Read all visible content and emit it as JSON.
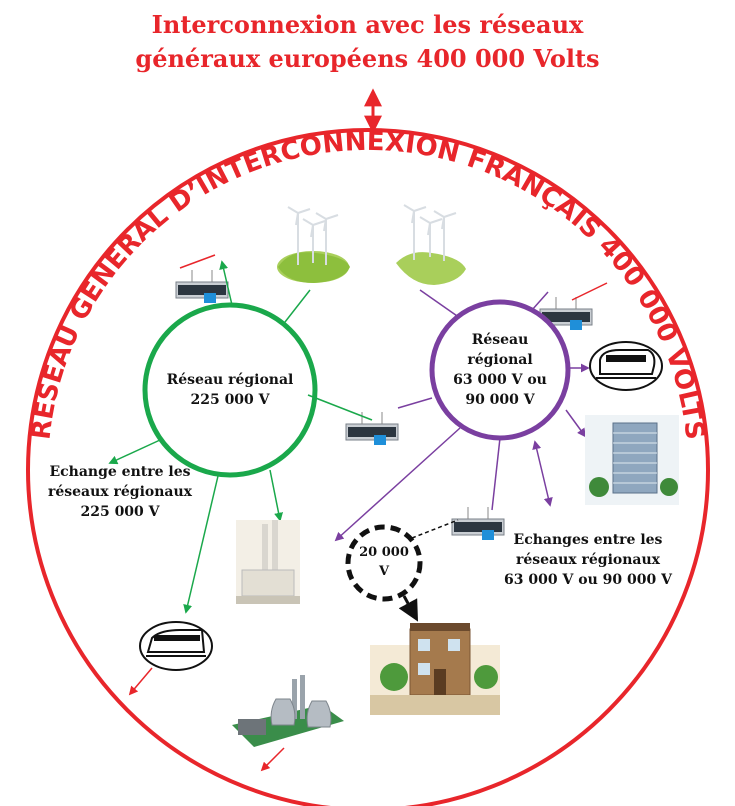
{
  "header": {
    "line1": "Interconnexion avec les réseaux",
    "line2": "généraux européens 400 000 Volts"
  },
  "ring": {
    "label": "RESEAU GENERAL D’INTERCONNEXION FRANÇAIS 400 000 VOLTS"
  },
  "regional_225": {
    "line1": "Réseau régional",
    "line2": "225 000 V"
  },
  "regional_63": {
    "line1": "Réseau",
    "line2": "régional",
    "line3": "63 000 V ou",
    "line4": "90 000 V"
  },
  "exchange_225": {
    "line1": "Echange entre les",
    "line2": "réseaux régionaux",
    "line3": "225 000 V"
  },
  "exchange_63": {
    "line1": "Echanges entre les",
    "line2": "réseaux régionaux",
    "line3": "63 000 V ou 90 000 V"
  },
  "local": {
    "line1": "20 000",
    "line2": "V"
  },
  "colors": {
    "national": "#e8262b",
    "regional_225": "#1aa84b",
    "regional_63": "#7a3fa0",
    "local": "#111111"
  },
  "icons": [
    "wind-farm-icon",
    "substation-icon",
    "train-icon",
    "office-building-icon",
    "factory-icon",
    "power-plant-icon",
    "house-icon"
  ]
}
